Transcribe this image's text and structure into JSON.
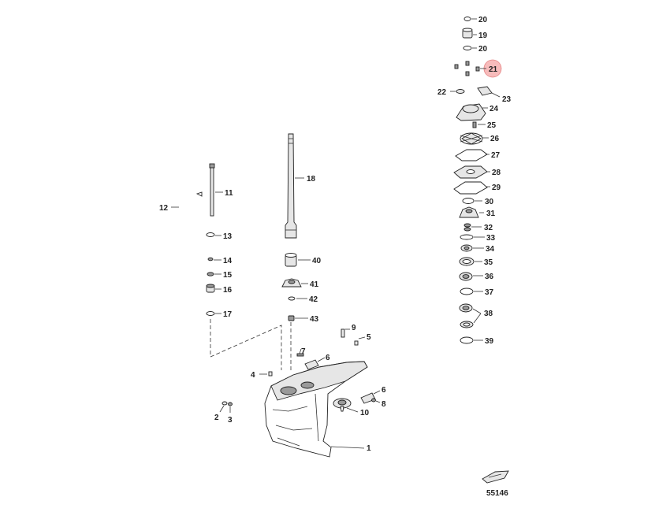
{
  "diagram": {
    "figure_number": "55146",
    "highlighted_callout": "21",
    "callouts": {
      "c1": "1",
      "c2": "2",
      "c3": "3",
      "c4": "4",
      "c5": "5",
      "c6a": "6",
      "c6b": "6",
      "c7": "7",
      "c8": "8",
      "c9": "9",
      "c10": "10",
      "c11": "11",
      "c12": "12",
      "c13": "13",
      "c14": "14",
      "c15": "15",
      "c16": "16",
      "c17": "17",
      "c18": "18",
      "c19": "19",
      "c20a": "20",
      "c20b": "20",
      "c21": "21",
      "c22": "22",
      "c23": "23",
      "c24": "24",
      "c25": "25",
      "c26": "26",
      "c27": "27",
      "c28": "28",
      "c29": "29",
      "c30": "30",
      "c31": "31",
      "c32": "32",
      "c33": "33",
      "c34": "34",
      "c35": "35",
      "c36": "36",
      "c37": "37",
      "c38": "38",
      "c39": "39",
      "c40": "40",
      "c41": "41",
      "c42": "42",
      "c43": "43"
    }
  }
}
